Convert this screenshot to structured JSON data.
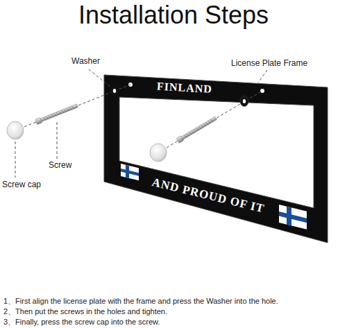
{
  "diagram": {
    "title": "Installation Steps",
    "labels": [
      "Washer",
      "License Plate Frame",
      "Screw",
      "Screw cap",
      "FINLAND",
      "AND PROUD OF IT",
      "1、First align the license plate with the frame and press the Washer into the hole.",
      "2、Then put the screws in the holes and tighten.",
      "3、Finally, press the screw cap into the screw."
    ]
  }
}
